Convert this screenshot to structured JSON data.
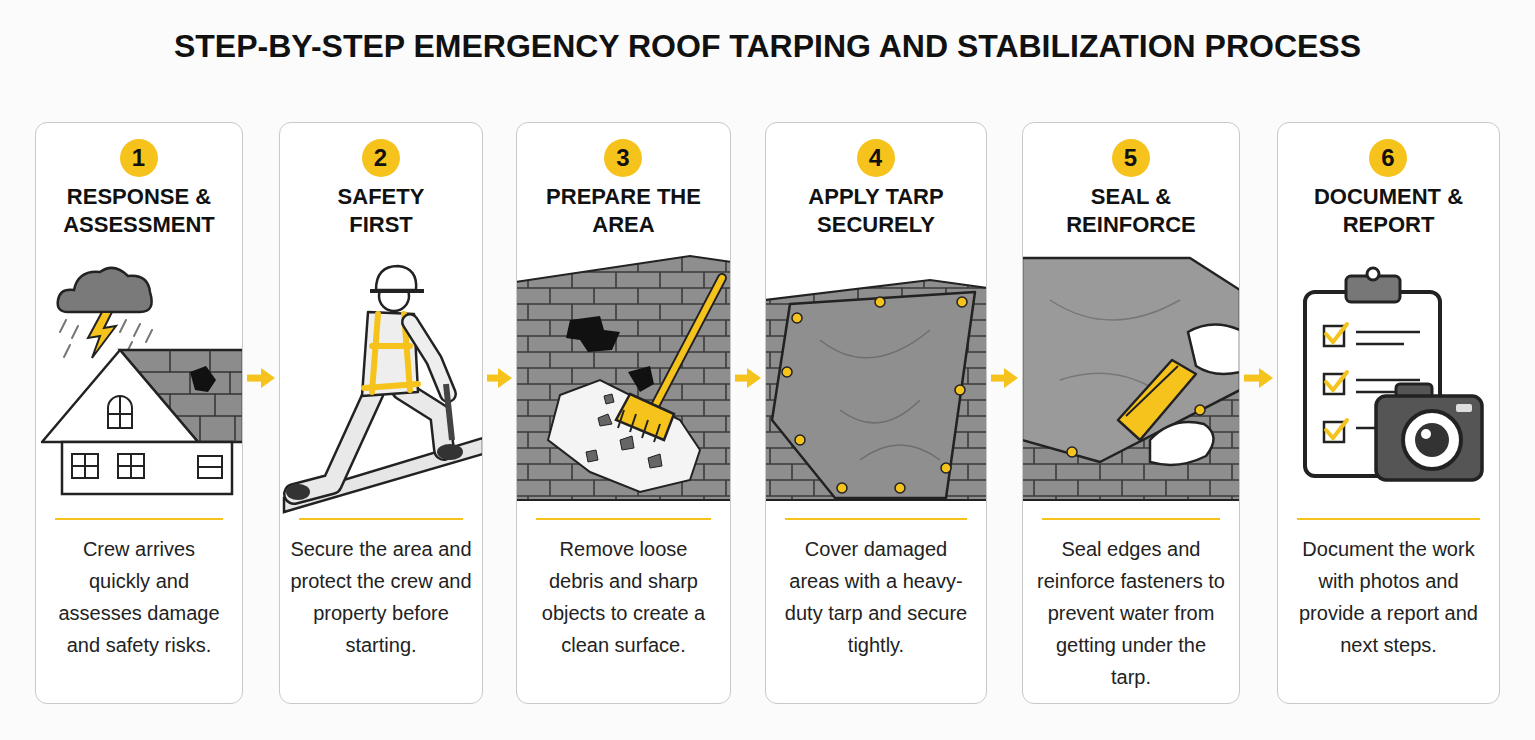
{
  "diagram": {
    "title": "STEP-BY-STEP EMERGENCY ROOF TARPING AND STABILIZATION PROCESS",
    "nodes": [
      {
        "text": [
          "RESPONSE & ASSESSMENT",
          "Crew arrives quickly and assesses damage and safety risks."
        ]
      },
      {
        "text": [
          "1"
        ],
        "in": 0
      },
      {
        "text": [
          "SAFETY FIRST",
          "Secure the area and protect the crew and property before starting."
        ]
      },
      {
        "text": [
          "2"
        ],
        "in": 2
      },
      {
        "text": [
          "PREPARE THE AREA",
          "Remove loose debris and sharp objects to create a clean surface."
        ]
      },
      {
        "text": [
          "3"
        ],
        "in": 4
      },
      {
        "text": [
          "APPLY TARP SECURELY",
          "Cover damaged areas with a heavy-duty tarp and secure tightly."
        ]
      },
      {
        "text": [
          "4"
        ],
        "in": 6
      },
      {
        "text": [
          "SEAL & REINFORCE",
          "Seal edges and reinforce fasteners to prevent water from getting under the tarp."
        ]
      },
      {
        "text": [
          "5"
        ],
        "in": 8
      },
      {
        "text": [
          "DOCUMENT & REPORT",
          "Document the work with photos and provide a report and next steps."
        ]
      },
      {
        "text": [
          "6"
        ],
        "in": 10
      }
    ],
    "edges": [
      {
        "from": 0,
        "to": 2,
        "arrow": "to"
      },
      {
        "from": 2,
        "to": 4,
        "arrow": "to"
      },
      {
        "from": 4,
        "to": 6,
        "arrow": "to"
      },
      {
        "from": 6,
        "to": 8,
        "arrow": "to"
      },
      {
        "from": 8,
        "to": 10,
        "arrow": "to"
      }
    ]
  }
}
